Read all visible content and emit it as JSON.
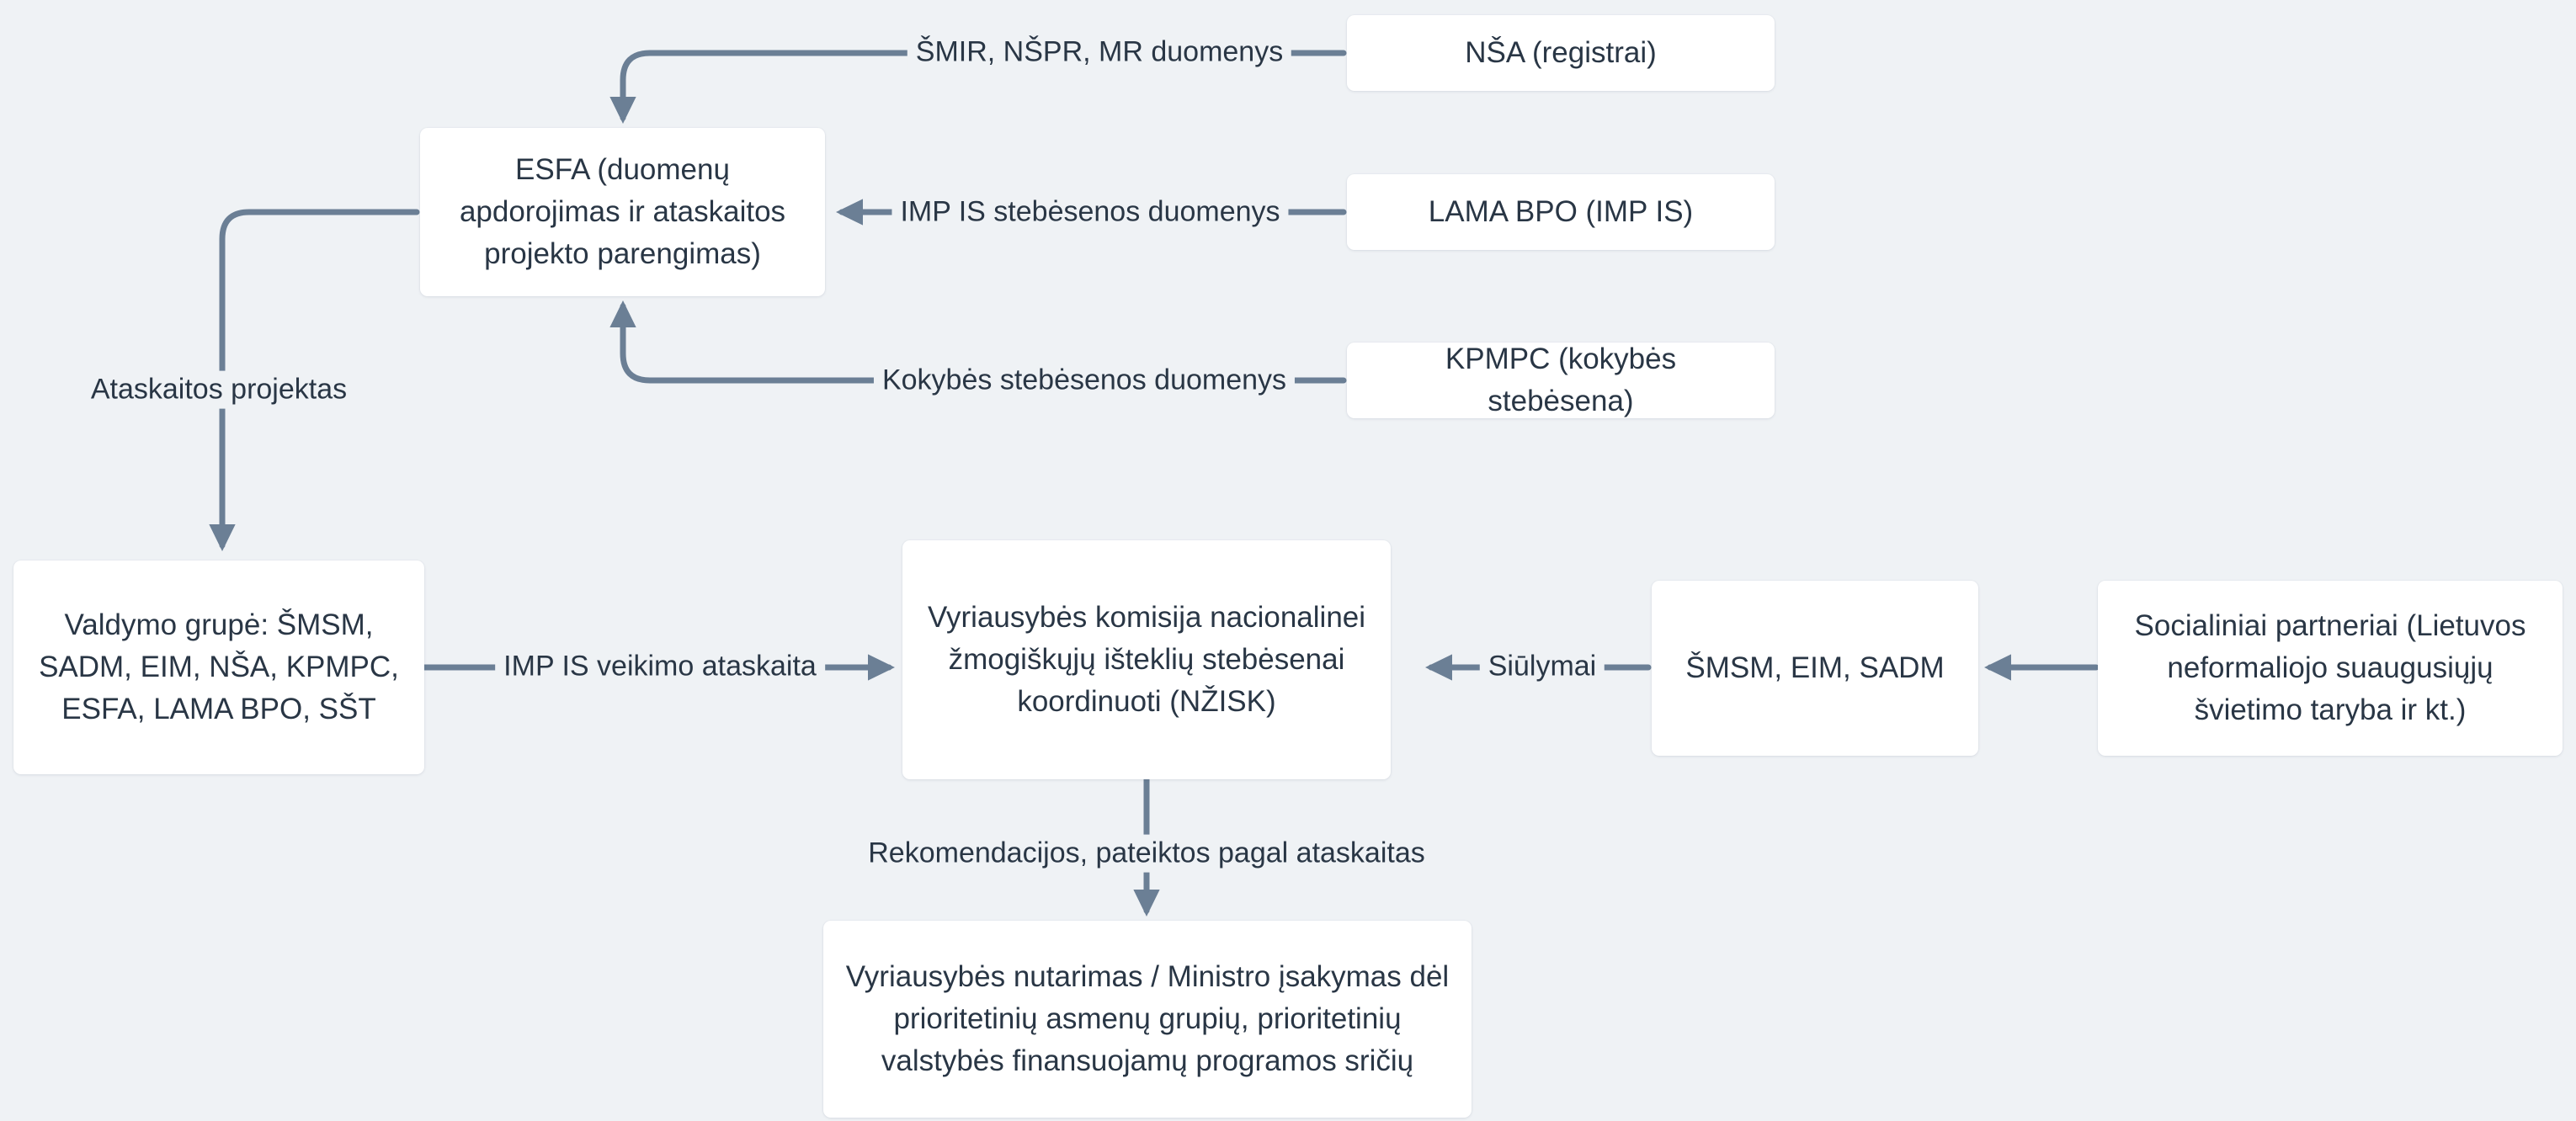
{
  "diagram": {
    "background_color": "#eff2f5",
    "node_fill": "#ffffff",
    "node_text_color": "#293645",
    "edge_color": "#6b7f95",
    "nodes": [
      {
        "id": "nsa",
        "label": "NŠA (registrai)"
      },
      {
        "id": "lama",
        "label": "LAMA BPO (IMP IS)"
      },
      {
        "id": "kpmpc",
        "label": "KPMPC (kokybės stebėsena)"
      },
      {
        "id": "esfa",
        "label": "ESFA (duomenų apdorojimas ir ataskaitos projekto parengimas)"
      },
      {
        "id": "valdymo",
        "label": "Valdymo grupė: ŠMSM, SADM, EIM, NŠA, KPMPC, ESFA, LAMA BPO, SŠT"
      },
      {
        "id": "nzisk",
        "label": "Vyriausybės komisija nacionalinei žmogiškųjų išteklių stebėsenai koordinuoti (NŽISK)"
      },
      {
        "id": "ministerijos",
        "label": "ŠMSM, EIM, SADM"
      },
      {
        "id": "partneriai",
        "label": "Socialiniai partneriai (Lietuvos neformaliojo suaugusiųjų švietimo taryba ir kt.)"
      },
      {
        "id": "nutarimas",
        "label": "Vyriausybės nutarimas / Ministro įsakymas dėl prioritetinių asmenų grupių, prioritetinių valstybės finansuojamų programos sričių"
      }
    ],
    "edges": [
      {
        "id": "nsa-esfa",
        "from": "nsa",
        "to": "esfa",
        "label": "ŠMIR, NŠPR, MR duomenys"
      },
      {
        "id": "lama-esfa",
        "from": "lama",
        "to": "esfa",
        "label": "IMP IS stebėsenos duomenys"
      },
      {
        "id": "kpmpc-esfa",
        "from": "kpmpc",
        "to": "esfa",
        "label": "Kokybės stebėsenos duomenys"
      },
      {
        "id": "esfa-valdymo",
        "from": "esfa",
        "to": "valdymo",
        "label": "Ataskaitos projektas"
      },
      {
        "id": "valdymo-nzisk",
        "from": "valdymo",
        "to": "nzisk",
        "label": "IMP IS veikimo ataskaita"
      },
      {
        "id": "ministerijos-nzisk",
        "from": "ministerijos",
        "to": "nzisk",
        "label": "Siūlymai"
      },
      {
        "id": "partneriai-ministerijos",
        "from": "partneriai",
        "to": "ministerijos",
        "label": ""
      },
      {
        "id": "nzisk-nutarimas",
        "from": "nzisk",
        "to": "nutarimas",
        "label": "Rekomendacijos, pateiktos pagal ataskaitas"
      }
    ]
  }
}
